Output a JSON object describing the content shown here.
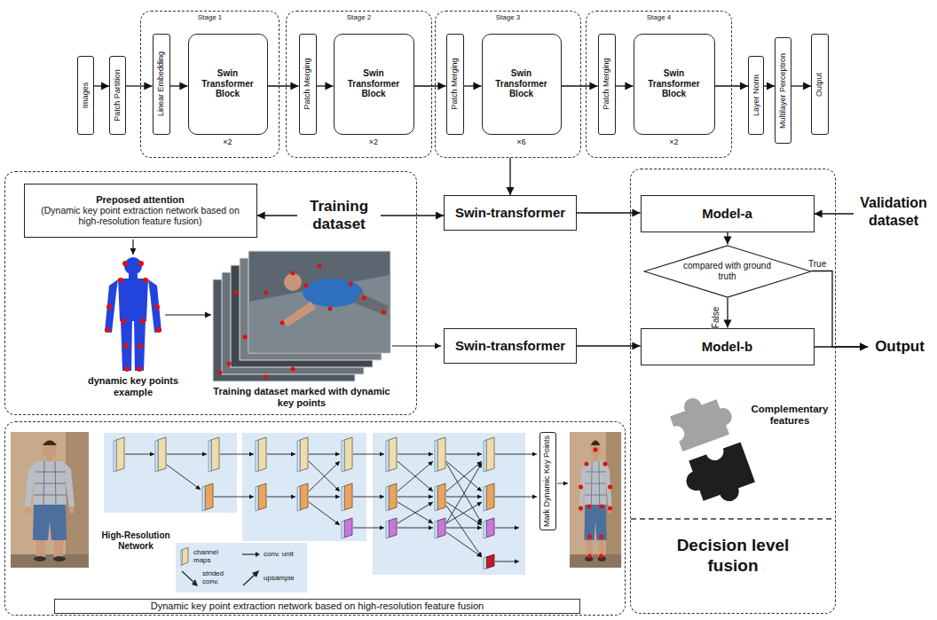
{
  "diagram": {
    "nodes": [
      {
        "text": [
          "Images"
        ]
      },
      {
        "text": [
          "Patch Partition"
        ]
      },
      {
        "text": [
          "Stage 1"
        ]
      },
      {
        "text": [
          "Linear Embedding"
        ],
        "in": 2
      },
      {
        "text": [
          "Swin Transformer Block",
          "×2"
        ],
        "in": 2
      },
      {
        "text": [
          "Stage 2"
        ]
      },
      {
        "text": [
          "Patch Merging"
        ],
        "in": 5
      },
      {
        "text": [
          "Swin Transformer Block",
          "×2"
        ],
        "in": 5
      },
      {
        "text": [
          "Stage 3"
        ]
      },
      {
        "text": [
          "Patch Merging"
        ],
        "in": 8
      },
      {
        "text": [
          "Swin Transformer Block",
          "×6"
        ],
        "in": 8
      },
      {
        "text": [
          "Stage 4"
        ]
      },
      {
        "text": [
          "Patch Merging"
        ],
        "in": 11
      },
      {
        "text": [
          "Swin Transformer Block",
          "×2"
        ],
        "in": 11
      },
      {
        "text": [
          "Layer Norm"
        ]
      },
      {
        "text": [
          "Multilayer Perceptron"
        ]
      },
      {
        "text": [
          "Output"
        ]
      },
      {
        "text": [
          "Training dataset"
        ]
      },
      {
        "text": [
          "Preposed attention",
          "(Dynamic key point extraction network based on high-resolution feature fusion)"
        ],
        "in": 17
      },
      {
        "text": [
          "Swin-transformer"
        ]
      },
      {
        "text": [
          "Swin-transformer"
        ]
      },
      {
        "text": [
          "Decision level fusion"
        ]
      },
      {
        "text": [
          "Model-a"
        ],
        "in": 21
      },
      {
        "text": [
          "compared with ground truth"
        ],
        "in": 21
      },
      {
        "text": [
          "Model-b"
        ],
        "in": 21
      },
      {
        "text": [
          "Validation dataset"
        ]
      },
      {
        "text": [
          "Output"
        ]
      },
      {
        "text": [
          "Dynamic key point extraction network based on high-resolution feature fusion"
        ]
      },
      {
        "text": [
          "Mark Dynamic Key Points"
        ],
        "in": 27
      }
    ],
    "edges": [
      {
        "from": 0,
        "to": 1,
        "arrow": "to"
      },
      {
        "from": 1,
        "to": 3,
        "arrow": "to"
      },
      {
        "from": 3,
        "to": 4,
        "arrow": "to"
      },
      {
        "from": 4,
        "to": 6,
        "arrow": "to"
      },
      {
        "from": 6,
        "to": 7,
        "arrow": "to"
      },
      {
        "from": 7,
        "to": 9,
        "arrow": "to"
      },
      {
        "from": 9,
        "to": 10,
        "arrow": "to"
      },
      {
        "from": 10,
        "to": 12,
        "arrow": "to"
      },
      {
        "from": 12,
        "to": 13,
        "arrow": "to"
      },
      {
        "from": 13,
        "to": 14,
        "arrow": "to"
      },
      {
        "from": 14,
        "to": 15,
        "arrow": "to"
      },
      {
        "from": 15,
        "to": 16,
        "arrow": "to"
      },
      {
        "from": 8,
        "to": 19,
        "arrow": "to"
      },
      {
        "from": 17,
        "to": 18,
        "arrow": "to"
      },
      {
        "from": 17,
        "to": 19,
        "arrow": "to"
      },
      {
        "from": 19,
        "to": 22,
        "arrow": "to"
      },
      {
        "from": 20,
        "to": 24,
        "arrow": "to"
      },
      {
        "from": 25,
        "to": 22,
        "arrow": "to"
      },
      {
        "from": 22,
        "to": 23,
        "arrow": "to"
      },
      {
        "from": 23,
        "to": 24,
        "label": "False",
        "arrow": "to"
      },
      {
        "from": 23,
        "to": 26,
        "label": "True",
        "arrow": "to"
      },
      {
        "from": 24,
        "to": 26,
        "arrow": "to"
      }
    ],
    "labels": [
      "dynamic key points example",
      "Training dataset marked with dynamic key points",
      "Complementary features",
      "High-Resolution Network"
    ],
    "legend": [
      {
        "text": "channel maps"
      },
      {
        "text": "conv. unit"
      },
      {
        "text": "strided conv."
      },
      {
        "text": "upsample"
      }
    ]
  }
}
